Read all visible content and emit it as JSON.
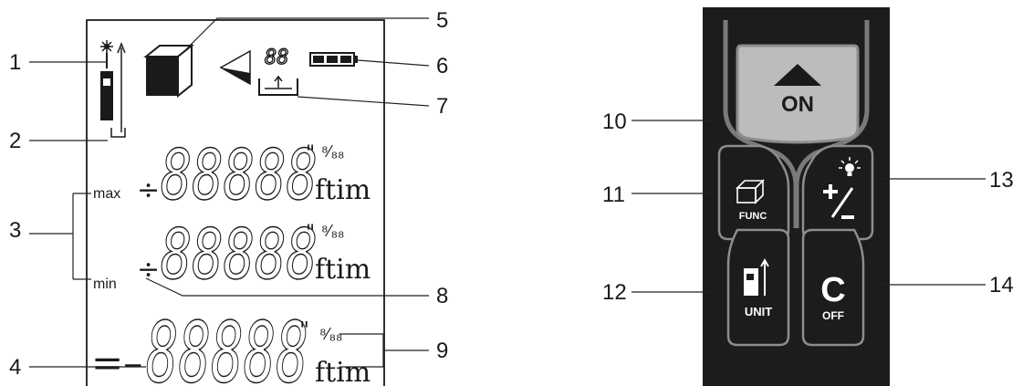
{
  "callouts": [
    "1",
    "2",
    "3",
    "4",
    "5",
    "6",
    "7",
    "8",
    "9",
    "10",
    "11",
    "12",
    "13",
    "14"
  ],
  "display": {
    "digits_top": "88888",
    "digits_mid": "88888",
    "digits_bottom": "88888",
    "unit_ftim": "ftim",
    "fraction_glyph": "⁸⁄₈₈",
    "plus_minus": "÷",
    "equals_minus": "=–",
    "max_label": "max",
    "min_label": "min",
    "small_digits": "88",
    "feet_mark": "\""
  },
  "keypad": {
    "on_label": "ON",
    "func_label": "FUNC",
    "unit_label": "UNIT",
    "c_label": "C",
    "off_label": "OFF",
    "plusminus_label": "+/-"
  },
  "colors": {
    "keypad_body": "#1c1c1c",
    "on_button": "#bcbcbc",
    "button_outline": "#8d8d8d",
    "ink": "#1a1a1a"
  },
  "icons": [
    "laser-icon",
    "reference-bar-icon",
    "cube-icon",
    "triangle-icon",
    "battery-icon",
    "reference-tray-icon",
    "bulb-icon"
  ]
}
